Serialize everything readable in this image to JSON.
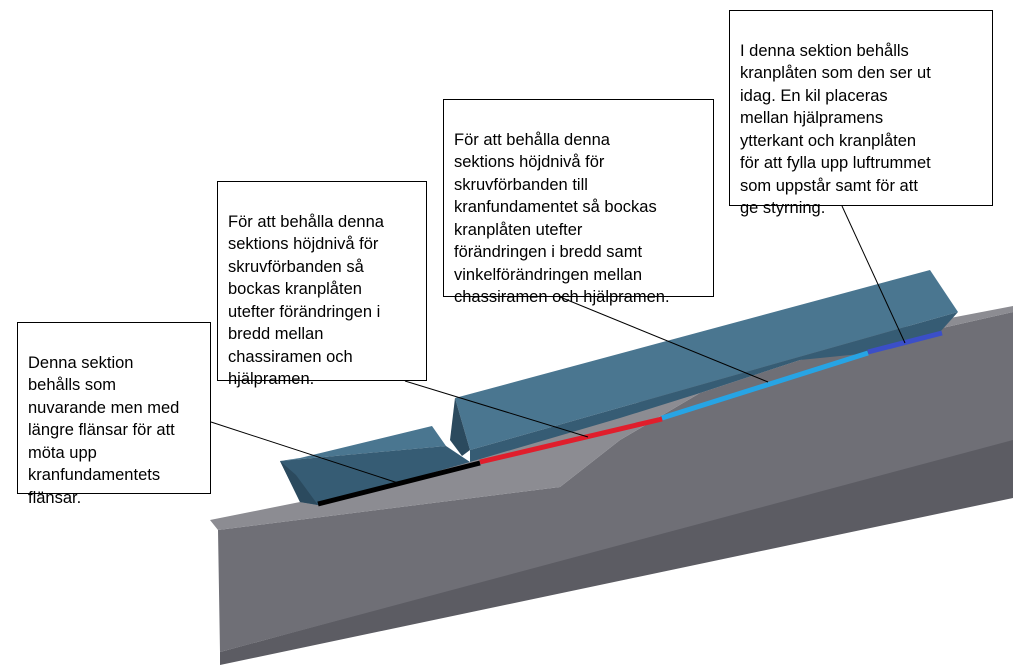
{
  "colors": {
    "background": "#ffffff",
    "beam_top": "#8c8c92",
    "beam_side": "#6f6f76",
    "beam_bottom": "#5c5c63",
    "plate_top": "#4a7690",
    "plate_front": "#365c74",
    "plate_dark": "#2b4a5e",
    "section_1": "#000000",
    "section_2": "#e01e2c",
    "section_3": "#27a4e4",
    "section_4": "#3b4fc8",
    "callout_border": "#000000",
    "leader_line": "#000000"
  },
  "callouts": [
    {
      "id": "section-1",
      "text": "Denna sektion\nbehålls som\nnuvarande men med\nlängre flänsar för att\nmöta upp\nkranfundamentets\nflänsar.",
      "section_color": "#000000"
    },
    {
      "id": "section-2",
      "text": "För att behålla denna\nsektions höjdnivå för\nskruvförbanden så\nbockas kranplåten\nutefter förändringen i\nbredd mellan\nchassiramen och\nhjälpramen.",
      "section_color": "#e01e2c"
    },
    {
      "id": "section-3",
      "text": "För att behålla denna\nsektions höjdnivå för\nskruvförbanden till\nkranfundamentet så bockas\nkranplåten utefter\nförändringen i bredd samt\nvinkelförändringen mellan\nchassiramen och hjälpramen.",
      "section_color": "#27a4e4"
    },
    {
      "id": "section-4",
      "text": "I denna sektion behålls\nkranplåten som den ser ut\nidag. En kil placeras\nmellan hjälpramens\nytterkant och kranplåten\nför att fylla upp luftrummet\nsom uppstår samt för att\nge styrning.",
      "section_color": "#3b4fc8"
    }
  ]
}
